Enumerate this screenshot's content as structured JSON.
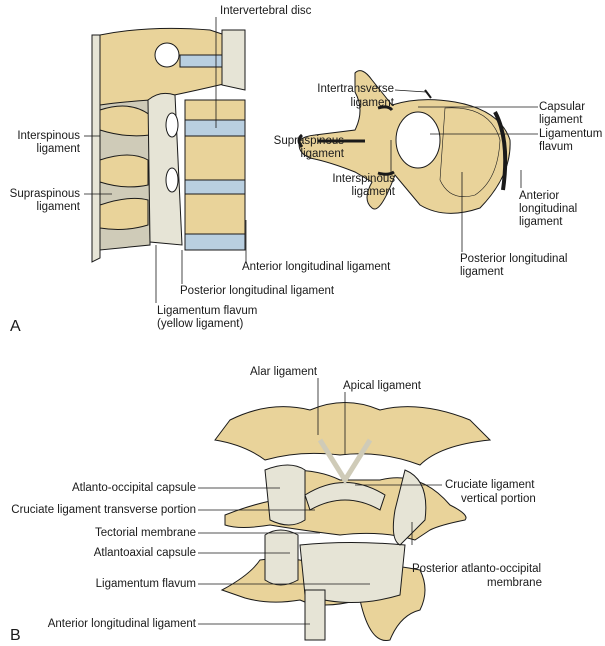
{
  "figure": {
    "colors": {
      "bone": "#e9d39a",
      "disc": "#b9cfe0",
      "ligament": "#e6e4d6",
      "ink": "#1a1a1a",
      "background": "#ffffff"
    },
    "panel_a": {
      "letter": "A",
      "labels": {
        "intervertebral_disc": "Intervertebral disc",
        "interspinous_1": "Interspinous",
        "interspinous_2": "ligament",
        "supraspinous_1": "Supraspinous",
        "supraspinous_2": "ligament",
        "anterior_longitudinal": "Anterior longitudinal ligament",
        "posterior_longitudinal": "Posterior longitudinal ligament",
        "flavum_1": "Ligamentum flavum",
        "flavum_2": "(yellow ligament)",
        "intertransverse_1": "Intertransverse",
        "intertransverse_2": "ligament",
        "capsular_1": "Capsular",
        "capsular_2": "ligament",
        "lig_flavum_1": "Ligamentum",
        "lig_flavum_2": "flavum",
        "supraspinous_b_1": "Supraspinous",
        "supraspinous_b_2": "ligament",
        "interspinous_b_1": "Interspinous",
        "interspinous_b_2": "ligament",
        "anterior_b_1": "Anterior",
        "anterior_b_2": "longitudinal",
        "anterior_b_3": "ligament",
        "posterior_b_1": "Posterior longitudinal",
        "posterior_b_2": "ligament"
      }
    },
    "panel_b": {
      "letter": "B",
      "labels": {
        "alar": "Alar ligament",
        "apical": "Apical ligament",
        "atlanto_occipital_capsule": "Atlanto-occipital capsule",
        "cruciate_transverse": "Cruciate ligament transverse portion",
        "tectorial": "Tectorial membrane",
        "atlantoaxial_capsule": "Atlantoaxial capsule",
        "ligamentum_flavum": "Ligamentum flavum",
        "anterior_longitudinal": "Anterior longitudinal ligament",
        "cruciate_vertical_1": "Cruciate ligament",
        "cruciate_vertical_2": "vertical portion",
        "posterior_atlanto_1": "Posterior atlanto-occipital",
        "posterior_atlanto_2": "membrane"
      }
    }
  }
}
